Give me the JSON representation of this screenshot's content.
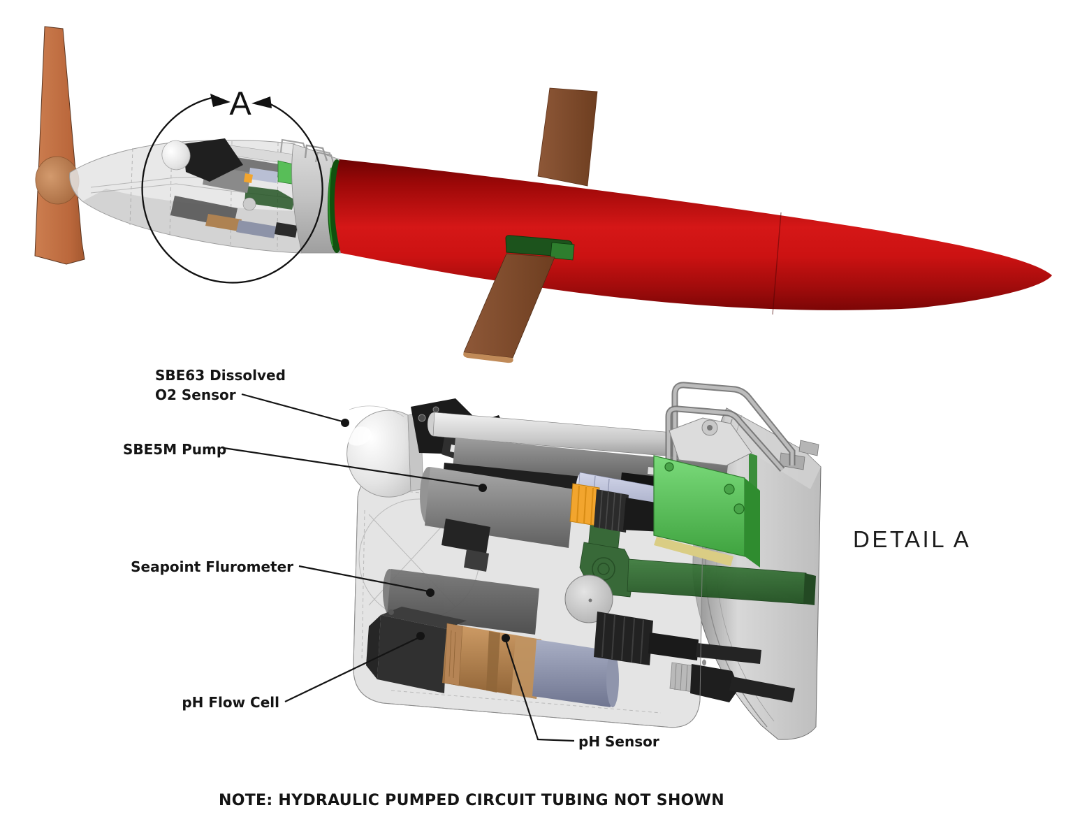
{
  "top_view": {
    "marker_letter": "A"
  },
  "detail_view": {
    "title": "DETAIL A"
  },
  "labels": {
    "o2_line1": "SBE63 Dissolved",
    "o2_line2": "O2 Sensor",
    "pump": "SBE5M Pump",
    "flurometer": "Seapoint Flurometer",
    "ph_flow_cell": "pH Flow Cell",
    "ph_sensor": "pH Sensor"
  },
  "note": "NOTE: HYDRAULIC PUMPED CIRCUIT TUBING NOT SHOWN",
  "colors": {
    "hull_red": "#C31010",
    "fin_copper": "#BF6C42",
    "wing_brown": "#7C4A2C",
    "mount_green": "#1C531C",
    "mount_green_bright": "#2E7E2E",
    "box_green": "#5FC75F",
    "pipe_green": "#2A5F2A",
    "accent_orange": "#F2A52E",
    "sensor_tan": "#B0804E",
    "metal_gray": "#C9C9C9",
    "line_black": "#141414"
  }
}
